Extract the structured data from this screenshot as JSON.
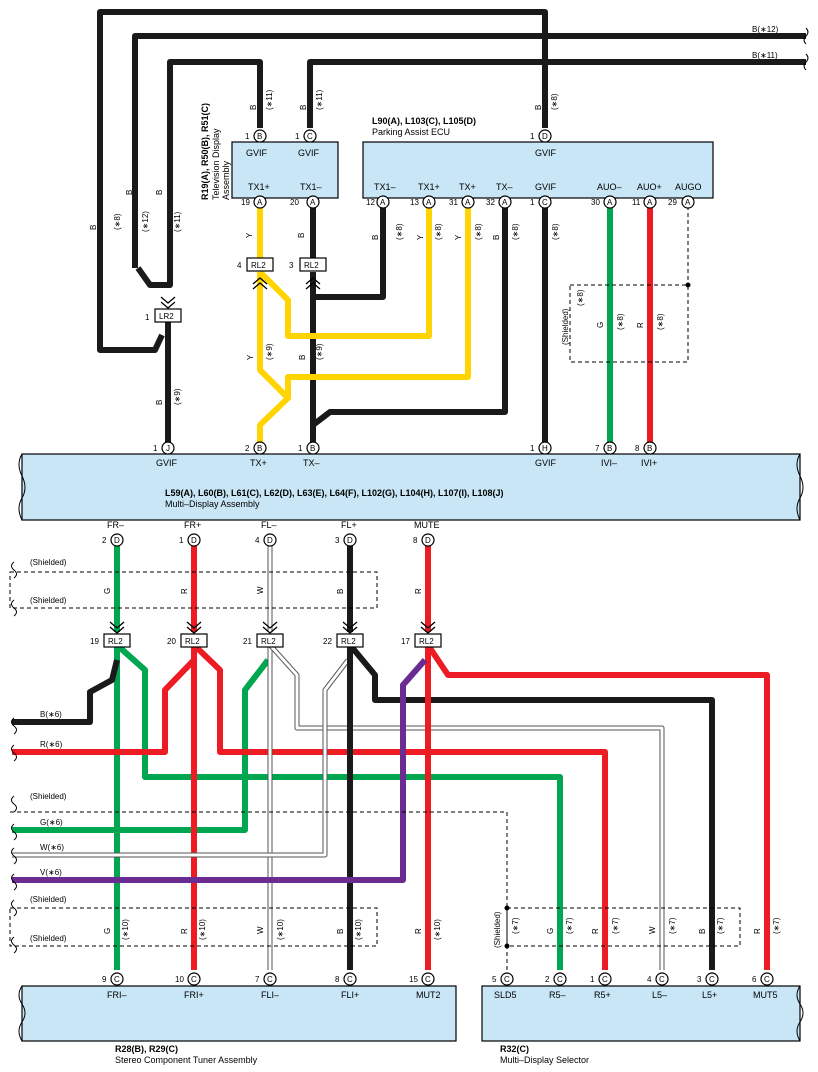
{
  "colors": {
    "B": "#1a1a1a",
    "Y": "#ffd400",
    "G": "#00a650",
    "R": "#ed1c24",
    "W": "#ffffff",
    "V": "#6a2c91",
    "box": "#c8e6f5"
  },
  "tv": {
    "title": "R19(A), R50(B), R51(C)",
    "sub1": "Television Display",
    "sub2": "Assembly",
    "pins": [
      "GVIF",
      "GVIF",
      "TX1+",
      "TX1–"
    ],
    "top_nums": [
      "1",
      "1"
    ],
    "top_ltrs": [
      "B",
      "C"
    ],
    "bot_nums": [
      "19",
      "20"
    ],
    "bot_ltrs": [
      "A",
      "A"
    ]
  },
  "pa": {
    "title": "L90(A), L103(C), L105(D)",
    "sub": "Parking Assist ECU",
    "top_pin": "GVIF",
    "top_num": "1",
    "top_ltr": "D",
    "bottom": [
      {
        "name": "TX1–",
        "num": "12",
        "ltr": "A"
      },
      {
        "name": "TX1+",
        "num": "13",
        "ltr": "A"
      },
      {
        "name": "TX+",
        "num": "31",
        "ltr": "A"
      },
      {
        "name": "TX–",
        "num": "32",
        "ltr": "A"
      },
      {
        "name": "GVIF",
        "num": "1",
        "ltr": "C"
      },
      {
        "name": "AUO–",
        "num": "30",
        "ltr": "A"
      },
      {
        "name": "AUO+",
        "num": "11",
        "ltr": "A"
      },
      {
        "name": "AUGO",
        "num": "29",
        "ltr": "A"
      }
    ]
  },
  "md": {
    "title": "L59(A), L60(B), L61(C), L62(D), L63(E), L64(F), L102(G), L104(H), L107(I), L108(J)",
    "sub": "Multi–Display Assembly",
    "top": [
      {
        "name": "GVIF",
        "num": "1",
        "ltr": "J"
      },
      {
        "name": "TX+",
        "num": "2",
        "ltr": "B"
      },
      {
        "name": "TX–",
        "num": "1",
        "ltr": "B"
      },
      {
        "name": "GVIF",
        "num": "1",
        "ltr": "H"
      },
      {
        "name": "IVI–",
        "num": "7",
        "ltr": "B"
      },
      {
        "name": "IVI+",
        "num": "8",
        "ltr": "B"
      }
    ],
    "bottom": [
      {
        "name": "FR–",
        "num": "2",
        "ltr": "D"
      },
      {
        "name": "FR+",
        "num": "1",
        "ltr": "D"
      },
      {
        "name": "FL–",
        "num": "4",
        "ltr": "D"
      },
      {
        "name": "FL+",
        "num": "3",
        "ltr": "D"
      },
      {
        "name": "MUTE",
        "num": "8",
        "ltr": "D"
      }
    ]
  },
  "tuner": {
    "title": "R28(B), R29(C)",
    "sub": "Stereo Component Tuner Assembly",
    "pins": [
      {
        "name": "FRI–",
        "num": "9",
        "ltr": "C"
      },
      {
        "name": "FRI+",
        "num": "10",
        "ltr": "C"
      },
      {
        "name": "FLI–",
        "num": "7",
        "ltr": "C"
      },
      {
        "name": "FLI+",
        "num": "8",
        "ltr": "C"
      },
      {
        "name": "MUT2",
        "num": "15",
        "ltr": "C"
      }
    ]
  },
  "sel": {
    "title": "R32(C)",
    "sub": "Multi–Display Selector",
    "pins": [
      {
        "name": "SLD5",
        "num": "5",
        "ltr": "C"
      },
      {
        "name": "R5–",
        "num": "2",
        "ltr": "C"
      },
      {
        "name": "R5+",
        "num": "1",
        "ltr": "C"
      },
      {
        "name": "L5–",
        "num": "4",
        "ltr": "C"
      },
      {
        "name": "L5+",
        "num": "3",
        "ltr": "C"
      },
      {
        "name": "MUT5",
        "num": "6",
        "ltr": "C"
      }
    ]
  },
  "junctions": {
    "lr2": {
      "num": "1",
      "name": "LR2"
    },
    "rl2_tv": [
      {
        "num": "4",
        "name": "RL2"
      },
      {
        "num": "3",
        "name": "RL2"
      }
    ],
    "rl2_md": [
      {
        "num": "19",
        "name": "RL2"
      },
      {
        "num": "20",
        "name": "RL2"
      },
      {
        "num": "21",
        "name": "RL2"
      },
      {
        "num": "22",
        "name": "RL2"
      },
      {
        "num": "17",
        "name": "RL2"
      }
    ]
  },
  "ext": {
    "b12": "B(∗12)",
    "b11": "B(∗11)",
    "b6": "B(∗6)",
    "r6": "R(∗6)",
    "g6": "G(∗6)",
    "w6": "W(∗6)",
    "v6": "V(∗6)",
    "shielded": "(Shielded)"
  },
  "wire_labels": {
    "B": "B",
    "Y": "Y",
    "G": "G",
    "R": "R",
    "W": "W",
    "n6": "(∗6)",
    "n7": "(∗7)",
    "n8": "(∗8)",
    "n9": "(∗9)",
    "n10": "(∗10)",
    "n11": "(∗11)",
    "n12": "(∗12)"
  }
}
